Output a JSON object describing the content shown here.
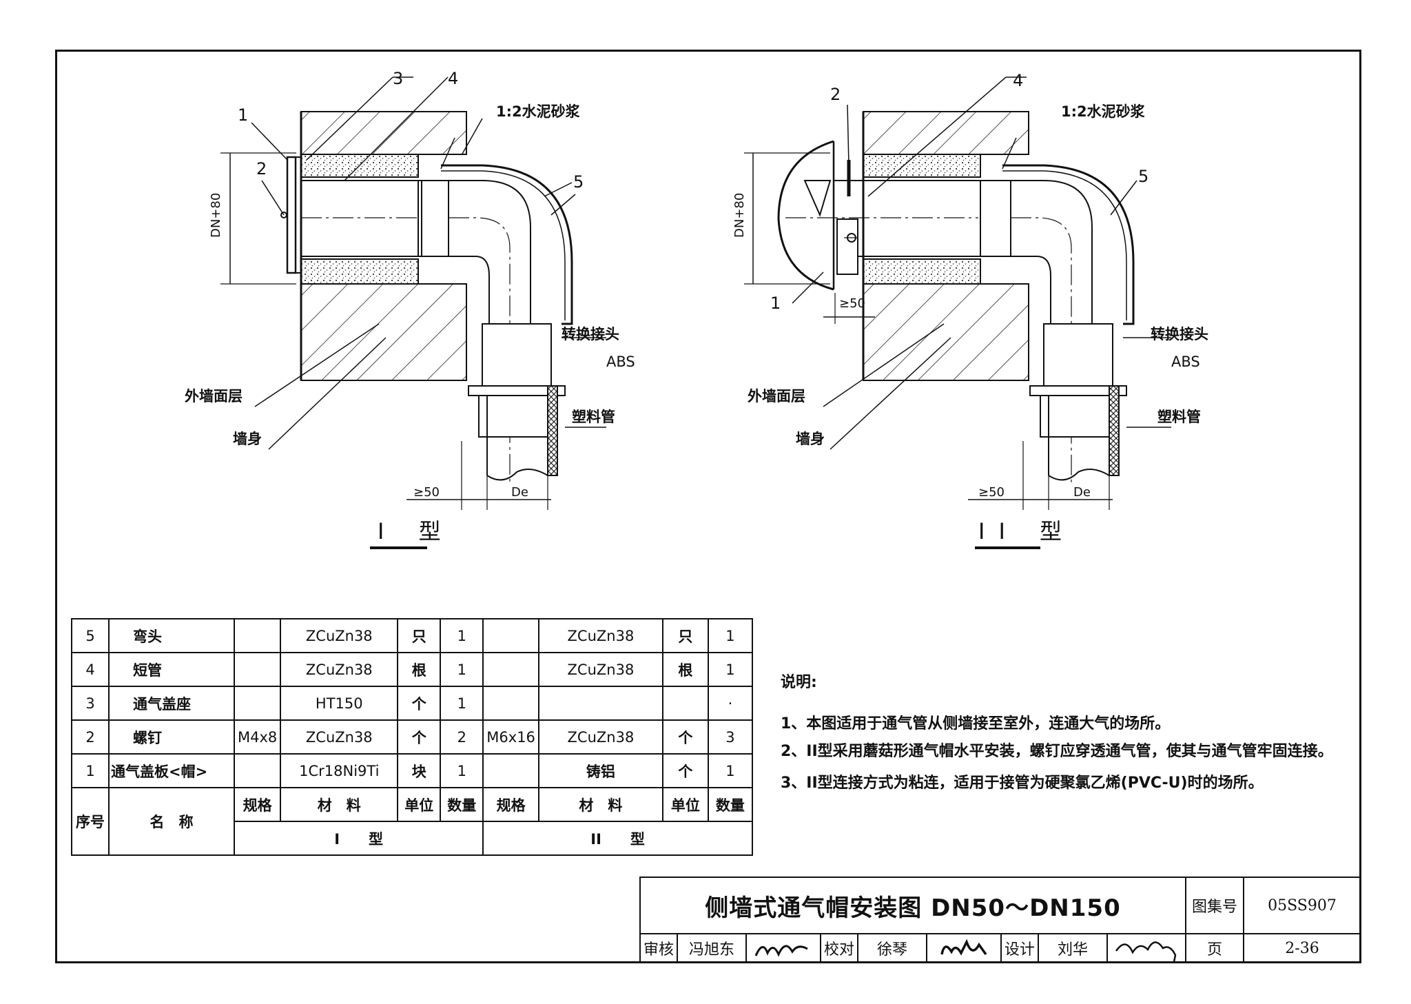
{
  "views": {
    "type1": {
      "caption": "I 型",
      "callouts": [
        "1",
        "2",
        "3",
        "4",
        "5"
      ],
      "mortar": "1:2水泥砂浆",
      "adapter": "转换接头",
      "adapter_material": "ABS",
      "wall_finish": "外墙面层",
      "wall_body": "墙身",
      "plastic_pipe": "塑料管",
      "dim_height": "DN+80",
      "dim_gap": "≥50",
      "dim_de": "De"
    },
    "type2": {
      "caption": "II 型",
      "callouts": [
        "2",
        "4",
        "5",
        "1"
      ],
      "mortar": "1:2水泥砂浆",
      "adapter": "转换接头",
      "adapter_material": "ABS",
      "wall_finish": "外墙面层",
      "wall_body": "墙身",
      "plastic_pipe": "塑料管",
      "dim_height": "DN+80",
      "dim_gap_side": "≥50",
      "dim_gap": "≥50",
      "dim_de": "De"
    }
  },
  "bom": {
    "rows": [
      {
        "no": "5",
        "name": "弯头",
        "spec1": "",
        "mat1": "ZCuZn38",
        "unit1": "只",
        "qty1": "1",
        "spec2": "",
        "mat2": "ZCuZn38",
        "unit2": "只",
        "qty2": "1"
      },
      {
        "no": "4",
        "name": "短管",
        "spec1": "",
        "mat1": "ZCuZn38",
        "unit1": "根",
        "qty1": "1",
        "spec2": "",
        "mat2": "ZCuZn38",
        "unit2": "根",
        "qty2": "1"
      },
      {
        "no": "3",
        "name": "通气盖座",
        "spec1": "",
        "mat1": "HT150",
        "unit1": "个",
        "qty1": "1",
        "spec2": "",
        "mat2": "",
        "unit2": "",
        "qty2": "·"
      },
      {
        "no": "2",
        "name": "螺钉",
        "spec1": "M4x8",
        "mat1": "ZCuZn38",
        "unit1": "个",
        "qty1": "2",
        "spec2": "M6x16",
        "mat2": "ZCuZn38",
        "unit2": "个",
        "qty2": "3"
      },
      {
        "no": "1",
        "name": "通气盖板<帽>",
        "spec1": "",
        "mat1": "1Cr18Ni9Ti",
        "unit1": "块",
        "qty1": "1",
        "spec2": "",
        "mat2": "铸铝",
        "unit2": "个",
        "qty2": "1"
      }
    ],
    "header": {
      "no": "序号",
      "name": "名　称",
      "spec": "规格",
      "mat": "材　料",
      "unit": "单位",
      "qty": "数量",
      "type1": "I　　型",
      "type2": "II　　型"
    }
  },
  "notes": {
    "title": "说明:",
    "items": [
      "1、本图适用于通气管从侧墙接至室外，连通大气的场所。",
      "2、II型采用蘑菇形通气帽水平安装，螺钉应穿透通气管，使其与通气管牢固连接。",
      "3、II型连接方式为粘连，适用于接管为硬聚氯乙烯(PVC-U)时的场所。"
    ]
  },
  "title_block": {
    "title": "侧墙式通气帽安装图 DN50～DN150",
    "atlas_label": "图集号",
    "atlas_no": "05SS907",
    "page_label": "页",
    "page_no": "2-36",
    "review_label": "审核",
    "reviewer": "冯旭东",
    "check_label": "校对",
    "checker": "徐琴",
    "design_label": "设计",
    "designer": "刘华"
  }
}
